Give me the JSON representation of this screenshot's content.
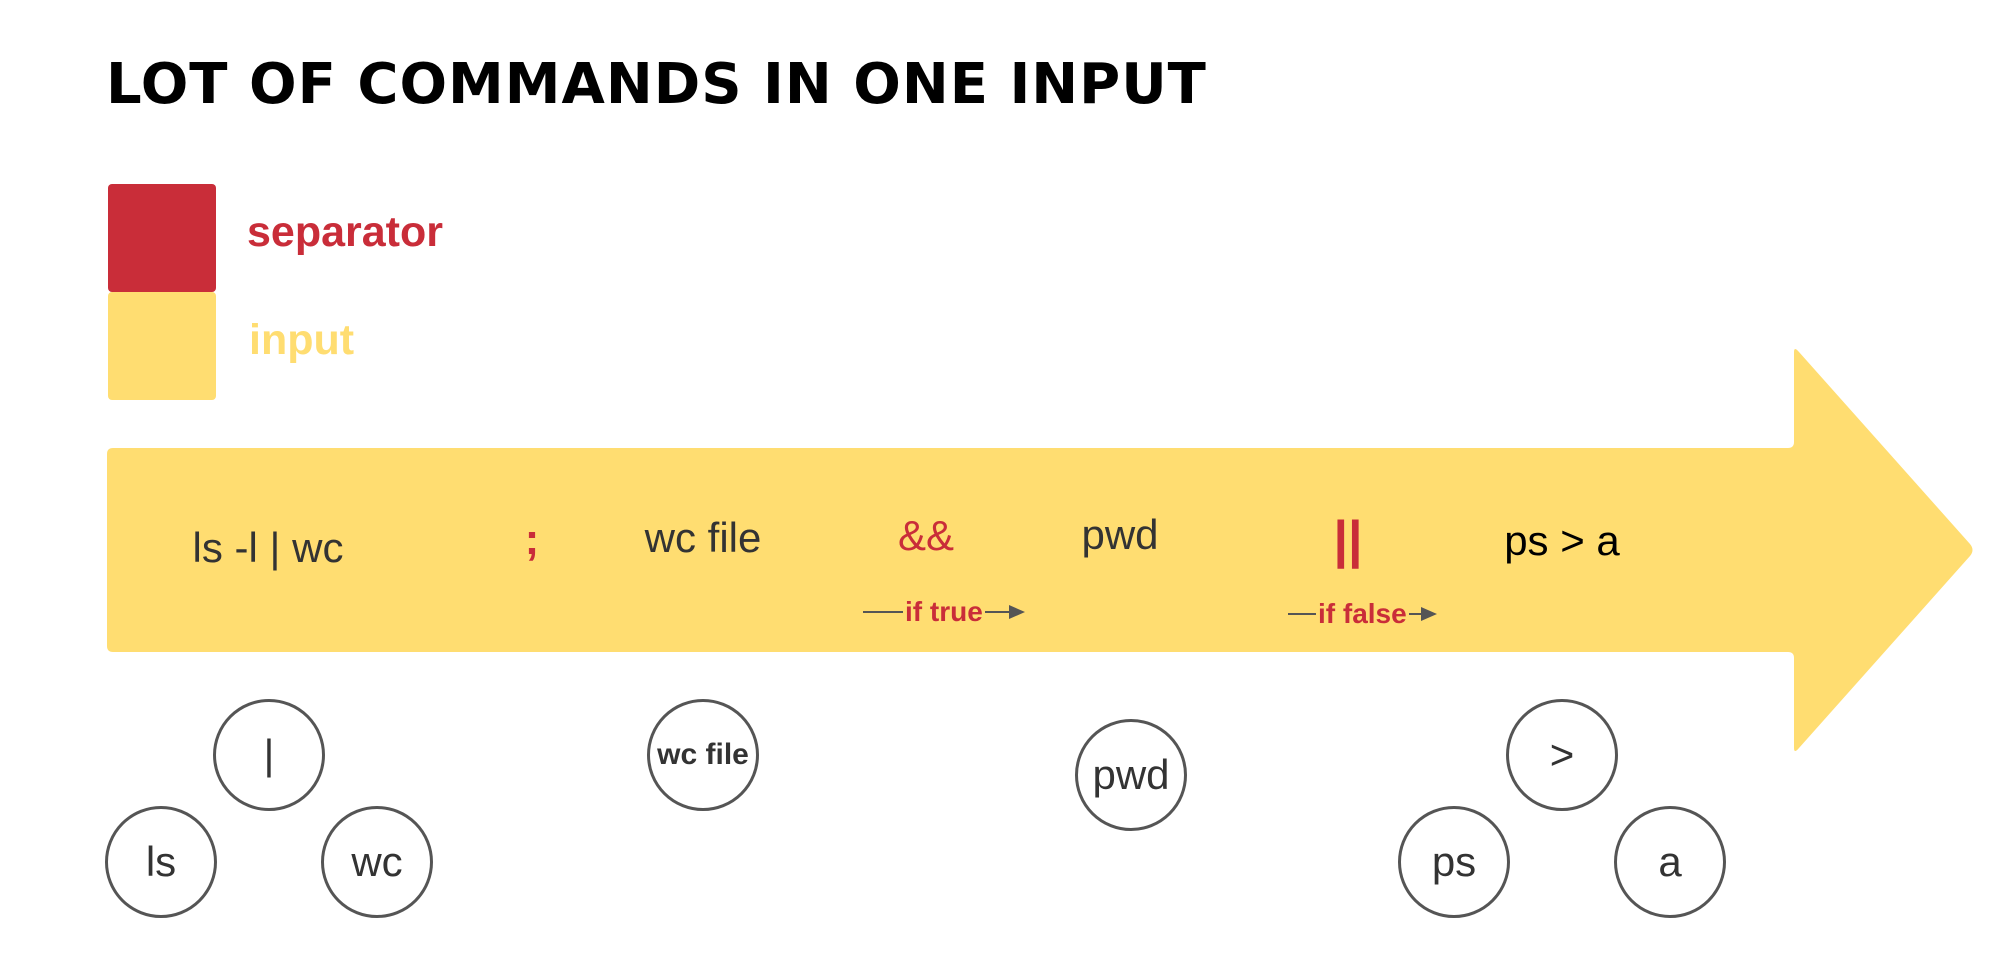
{
  "title": "LOT OF COMMANDS IN ONE INPUT",
  "colors": {
    "separator": "#C92D39",
    "input": "#FFDD71"
  },
  "legend": {
    "separator_label": "separator",
    "input_label": "input"
  },
  "arrow_tokens": {
    "cmd1": "ls -l |  wc",
    "sep1": ";",
    "cmd2": "wc file",
    "sep2": "&&",
    "cmd3": "pwd",
    "sep3": "||",
    "cmd4": "ps > a"
  },
  "conditions": {
    "if_true": "if true",
    "if_false": "if false"
  },
  "trees": {
    "pipe": {
      "root": "|",
      "left": "ls",
      "right": "wc"
    },
    "wc_file": "wc file",
    "pwd": "pwd",
    "redirect": {
      "root": ">",
      "left": "ps",
      "right": "a"
    }
  }
}
